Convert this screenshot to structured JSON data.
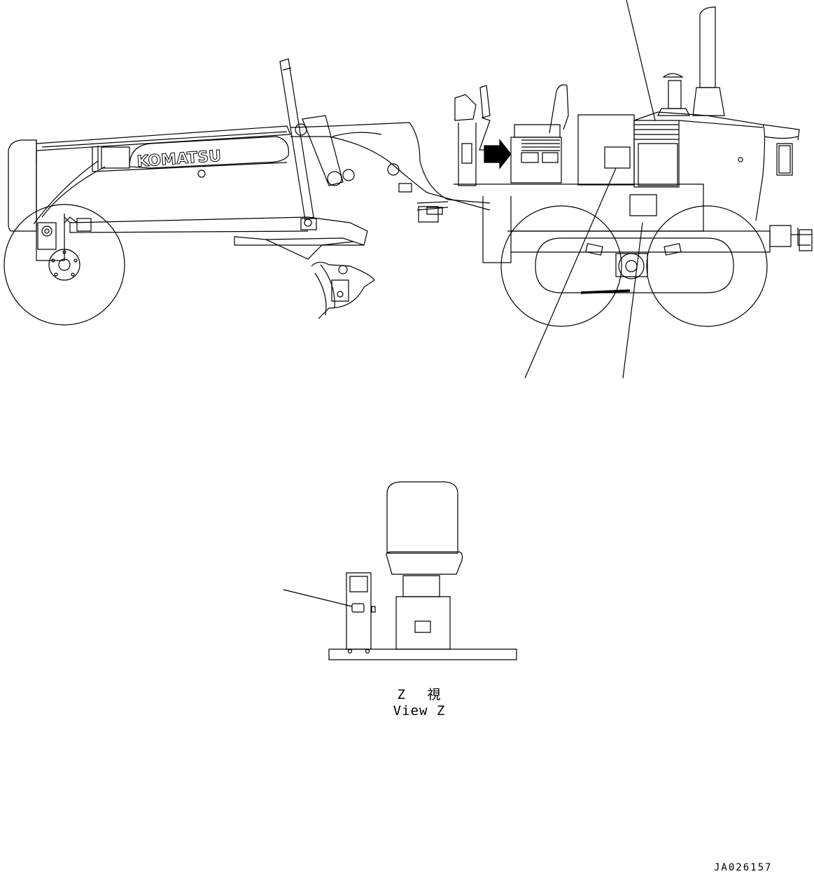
{
  "logo": {
    "text": "KOMATSU"
  },
  "view": {
    "label_jp": "Z 視",
    "label_en": "View Z"
  },
  "drawing_code": "JA026157",
  "colors": {
    "line": "#000000",
    "background": "#ffffff"
  }
}
